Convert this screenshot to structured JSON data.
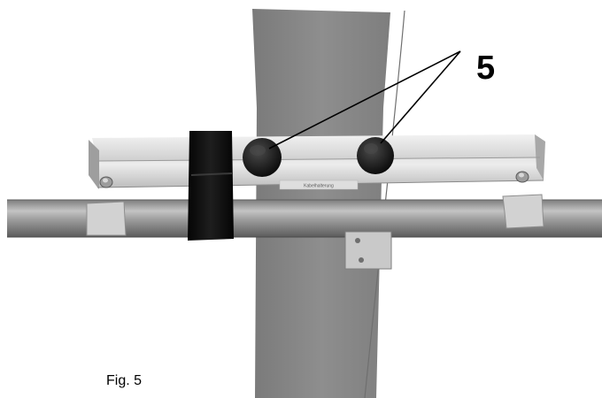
{
  "figure": {
    "callout_number": "5",
    "caption": "Fig. 5",
    "bracket_label": "Kabelhalterung"
  }
}
